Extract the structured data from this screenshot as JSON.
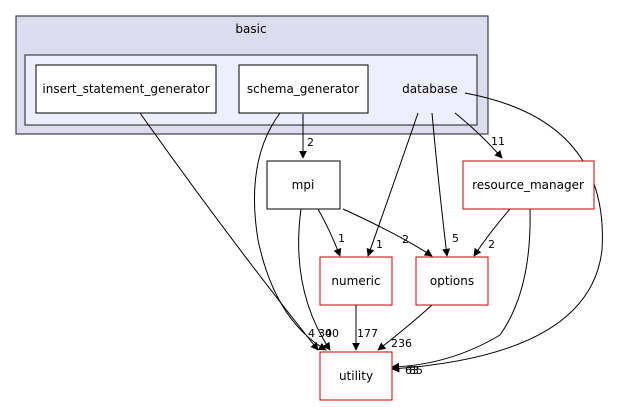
{
  "clusters": {
    "outer": {
      "label": "basic",
      "fill": "#dcdcee",
      "stroke": "#404040"
    },
    "inner": {
      "label": "database",
      "fill": "#eeeeff",
      "stroke": "#404040"
    }
  },
  "nodes": {
    "insert_statement_generator": {
      "label": "insert_statement_generator",
      "stroke": "#000000"
    },
    "schema_generator": {
      "label": "schema_generator",
      "stroke": "#000000"
    },
    "mpi": {
      "label": "mpi",
      "stroke": "#000000"
    },
    "resource_manager": {
      "label": "resource_manager",
      "stroke": "#cc0000"
    },
    "numeric": {
      "label": "numeric",
      "stroke": "#cc0000"
    },
    "options": {
      "label": "options",
      "stroke": "#cc0000"
    },
    "utility": {
      "label": "utility",
      "stroke": "#cc0000"
    }
  },
  "edge_labels": {
    "schema_to_mpi": "2",
    "database_to_resource_manager": "11",
    "mpi_to_numeric": "1",
    "database_to_numeric": "1",
    "mpi_to_options": "2",
    "database_to_options": "5",
    "resource_manager_to_options": "2",
    "numeric_to_utility": "177",
    "options_to_utility": "236",
    "insert_to_utility": "4",
    "mpi_to_utility": "30",
    "schema_to_utility": "40",
    "resource_manager_to_utility": "63",
    "database_to_utility": "85"
  },
  "colors": {
    "edge": "#000000"
  }
}
